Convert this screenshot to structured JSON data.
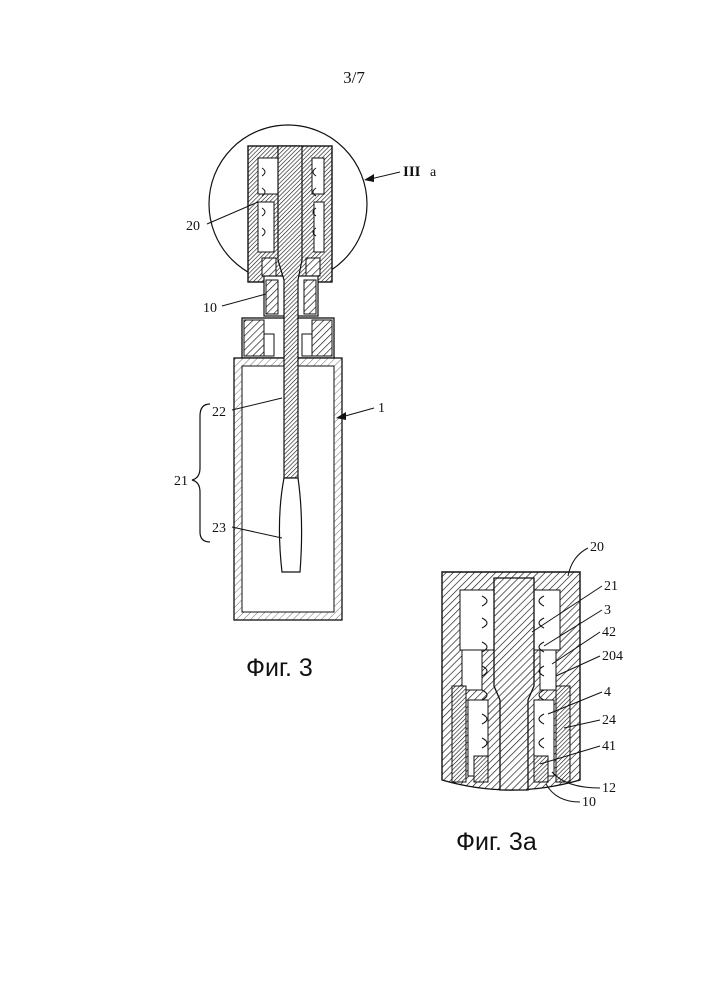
{
  "page": {
    "number": "3/7"
  },
  "figure_main": {
    "caption": "Фиг. 3",
    "detail_ref": {
      "roman": "III",
      "suffix": "a"
    },
    "labels": {
      "l20": "20",
      "l10": "10",
      "l22": "22",
      "l21": "21",
      "l23": "23",
      "l1": "1"
    }
  },
  "figure_detail": {
    "caption": "Фиг. 3a",
    "labels": {
      "l20": "20",
      "l21": "21",
      "l3": "3",
      "l42": "42",
      "l204": "204",
      "l4": "4",
      "l24": "24",
      "l41": "41",
      "l12": "12",
      "l10": "10"
    }
  },
  "colors": {
    "ink": "#111111",
    "paper": "#ffffff"
  }
}
